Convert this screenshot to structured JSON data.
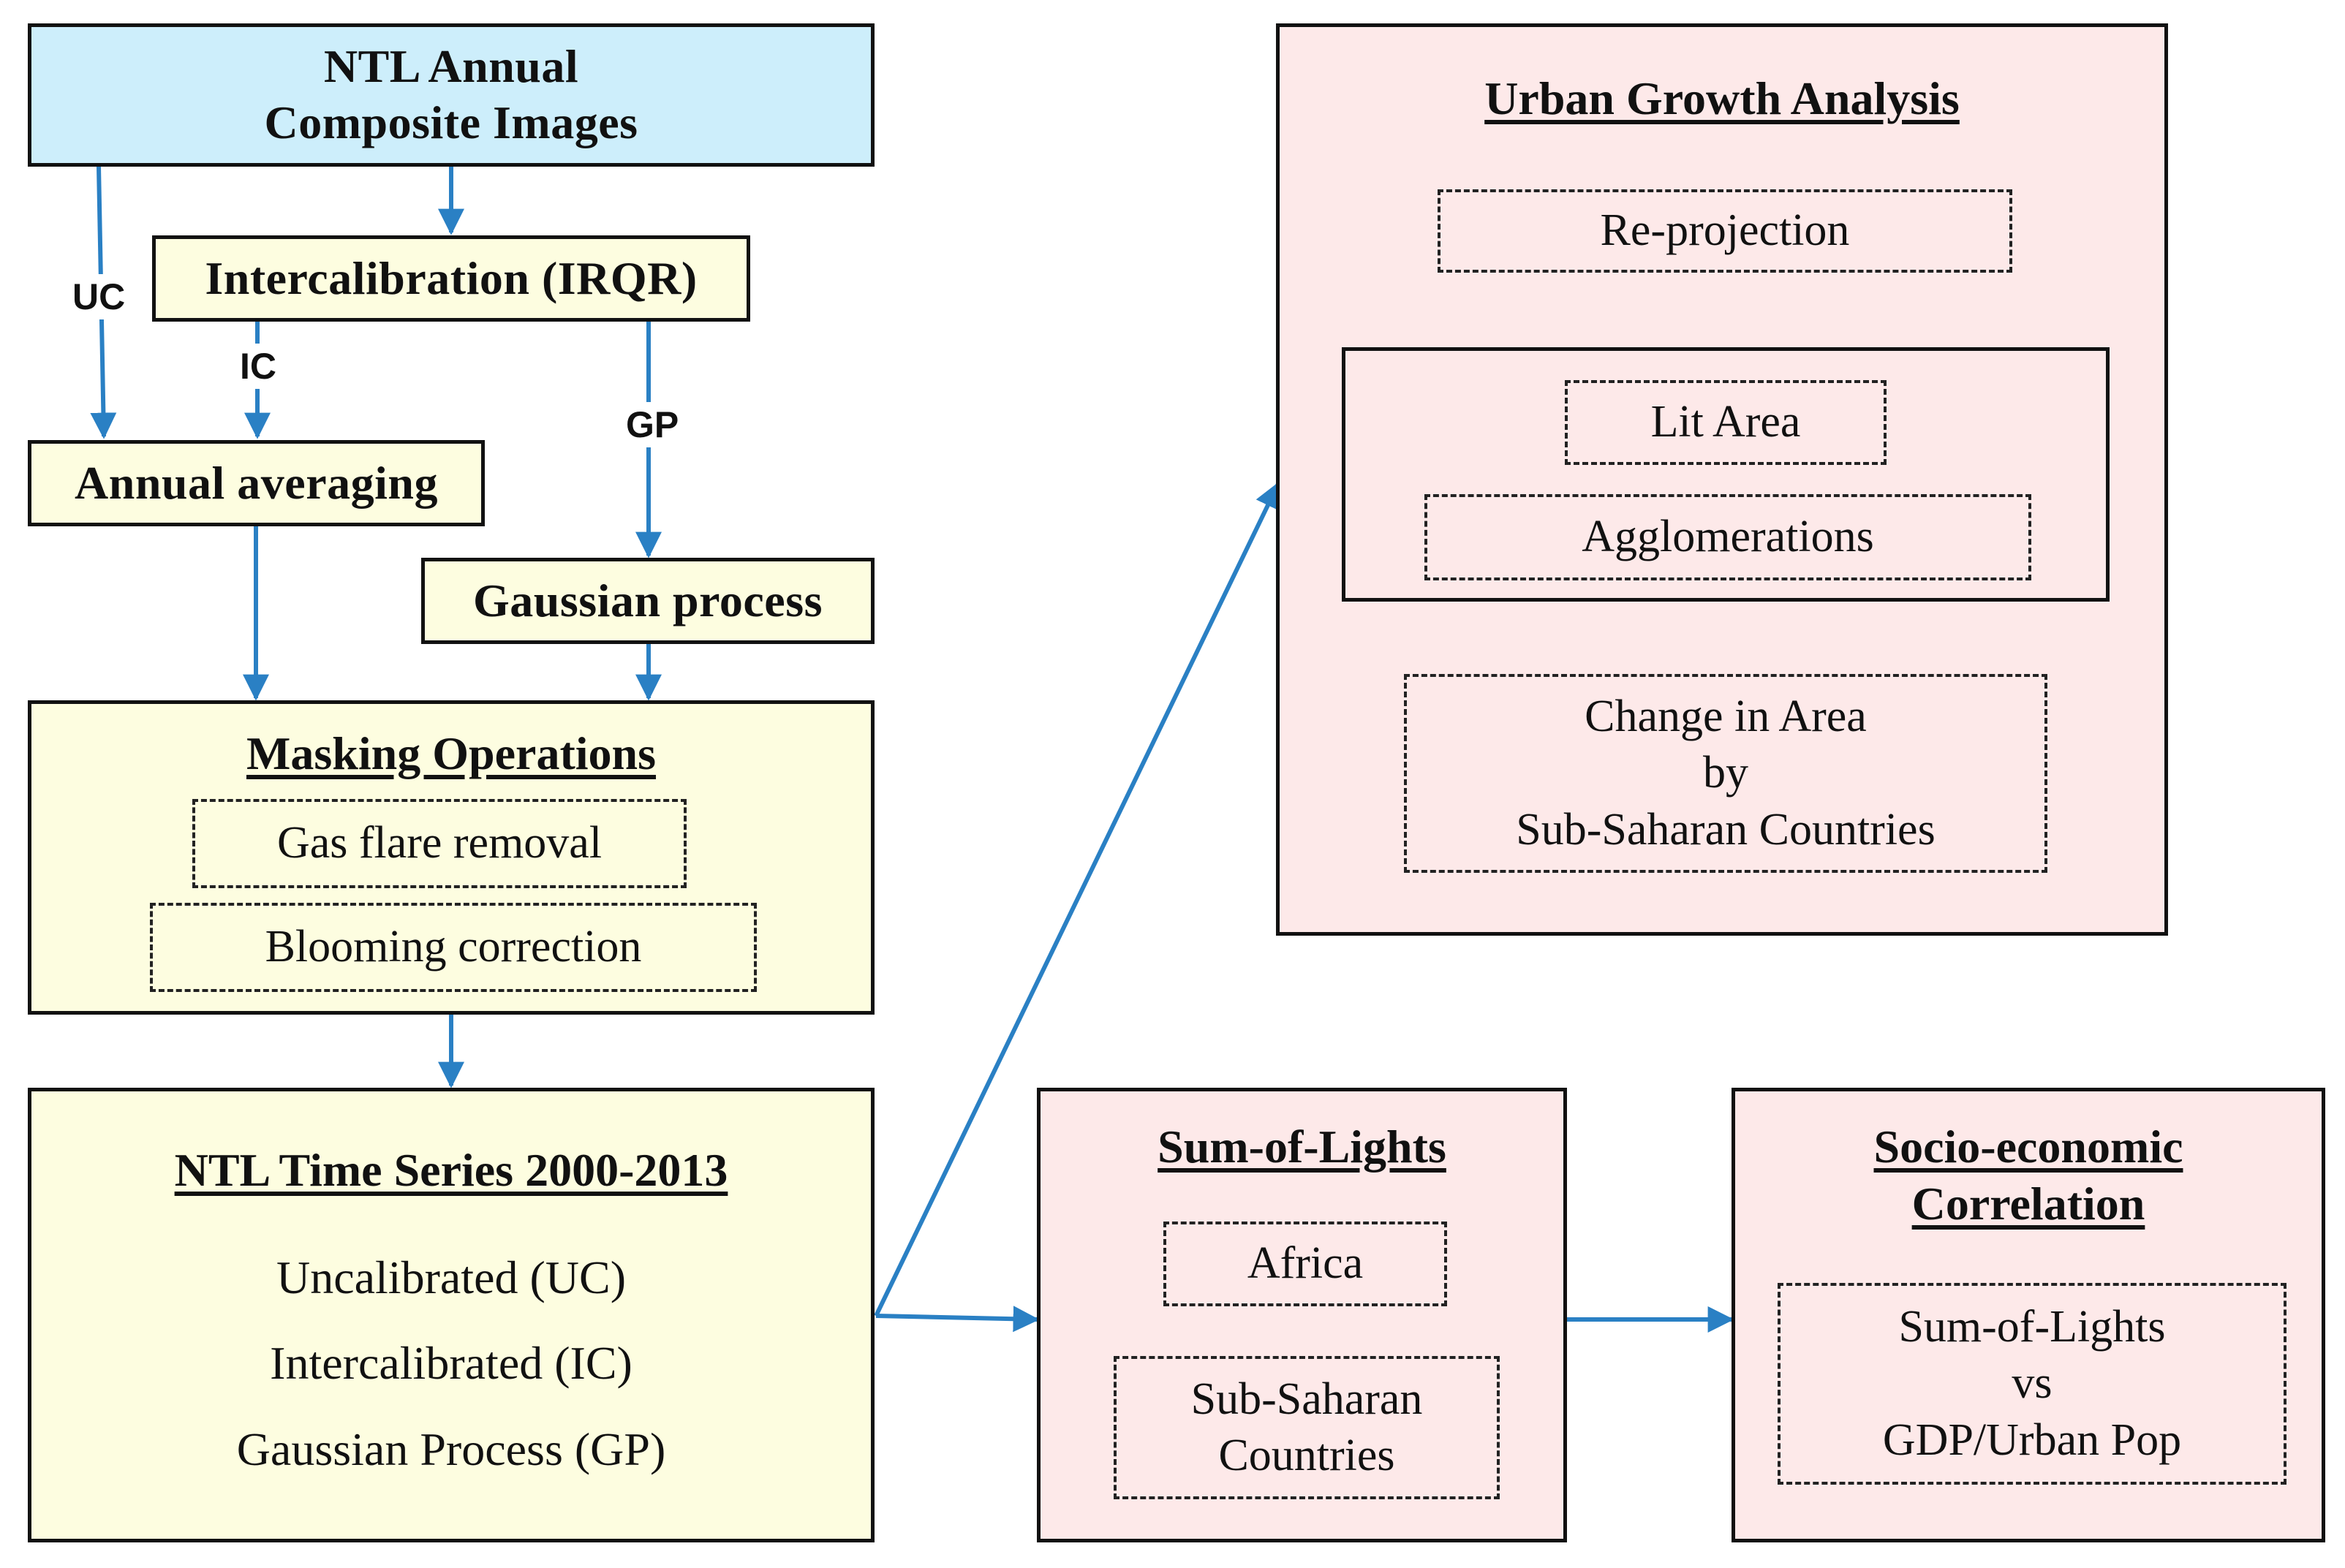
{
  "source": {
    "title_line1": "NTL Annual",
    "title_line2": "Composite Images"
  },
  "steps": {
    "intercalibration": "Intercalibration (IRQR)",
    "annual_averaging": "Annual averaging",
    "gaussian_process": "Gaussian process"
  },
  "edge_labels": {
    "uc": "UC",
    "ic": "IC",
    "gp": "GP"
  },
  "masking": {
    "title": "Masking Operations",
    "items": [
      "Gas flare removal",
      "Blooming correction"
    ]
  },
  "time_series": {
    "title": "NTL Time Series 2000-2013",
    "items": [
      "Uncalibrated (UC)",
      "Intercalibrated (IC)",
      "Gaussian Process (GP)"
    ]
  },
  "urban_growth": {
    "title": "Urban Growth Analysis",
    "reprojection": "Re-projection",
    "lit_area": "Lit Area",
    "agglomerations": "Agglomerations",
    "change": "Change in Area\nby\nSub-Saharan Countries"
  },
  "sum_of_lights": {
    "title": "Sum-of-Lights",
    "africa": "Africa",
    "sub_saharan": "Sub-Saharan\nCountries"
  },
  "socio": {
    "title_line1": "Socio-economic",
    "title_line2": "Correlation",
    "content": "Sum-of-Lights\nvs\nGDP/Urban Pop"
  },
  "colors": {
    "arrow": "#2a80c4",
    "source_fill": "#cdeefb",
    "process_fill": "#fdfde0",
    "output_fill": "#fde9e9",
    "border": "#111111"
  }
}
